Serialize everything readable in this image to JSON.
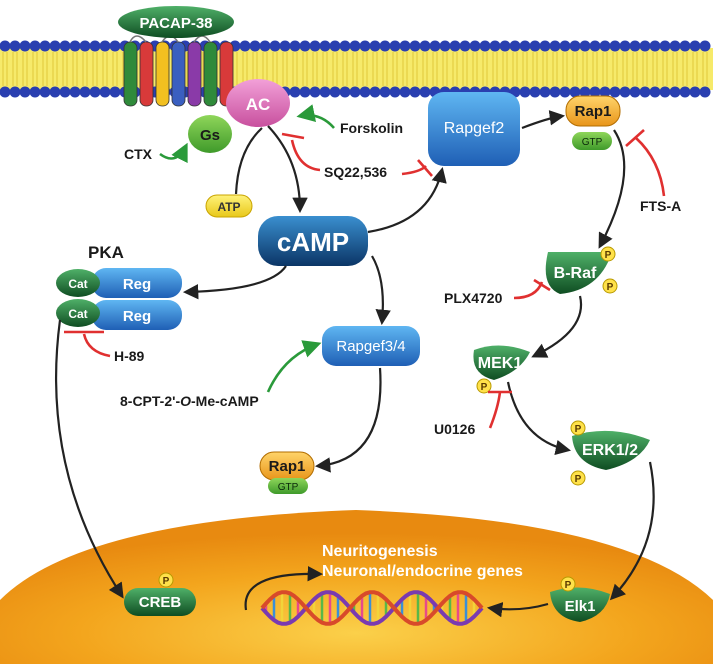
{
  "receptor": {
    "ligand": "PACAP-38"
  },
  "enzymes": {
    "adenylyl_cyclase": "AC",
    "g_protein": "Gs",
    "atp": "ATP",
    "camp": "cAMP"
  },
  "modulators": {
    "ctx": "CTX",
    "forskolin": "Forskolin",
    "sq22536": "SQ22,536",
    "fts_a": "FTS-A",
    "plx4720": "PLX4720",
    "h89": "H-89",
    "cpt_prefix": "8-CPT-2'-",
    "cpt_italic": "O",
    "cpt_suffix": "-Me-cAMP",
    "u0126": "U0126"
  },
  "pka": {
    "title": "PKA",
    "cat1": "Cat",
    "cat2": "Cat",
    "reg1": "Reg",
    "reg2": "Reg"
  },
  "pathway": {
    "rapgef2": "Rapgef2",
    "rap1_top": "Rap1",
    "gtp_top": "GTP",
    "braf": "B-Raf",
    "mek1": "MEK1",
    "erk": "ERK1/2",
    "rapgef34": "Rapgef3/4",
    "rap1_bottom": "Rap1",
    "gtp_bottom": "GTP",
    "elk1": "Elk1",
    "creb": "CREB",
    "phospho": "P"
  },
  "nucleus": {
    "line1": "Neuritogenesis",
    "line2": "Neuronal/endocrine genes"
  },
  "colors": {
    "membrane_head": "#2a3fb0",
    "membrane_tail": "#f2e34a",
    "activation_arrow": "#2a9a3a",
    "inhibition_line": "#e03030",
    "nucleus": "#f2a51a",
    "green_node": "#1f7a3a",
    "blue_node": "#2b78c4"
  }
}
